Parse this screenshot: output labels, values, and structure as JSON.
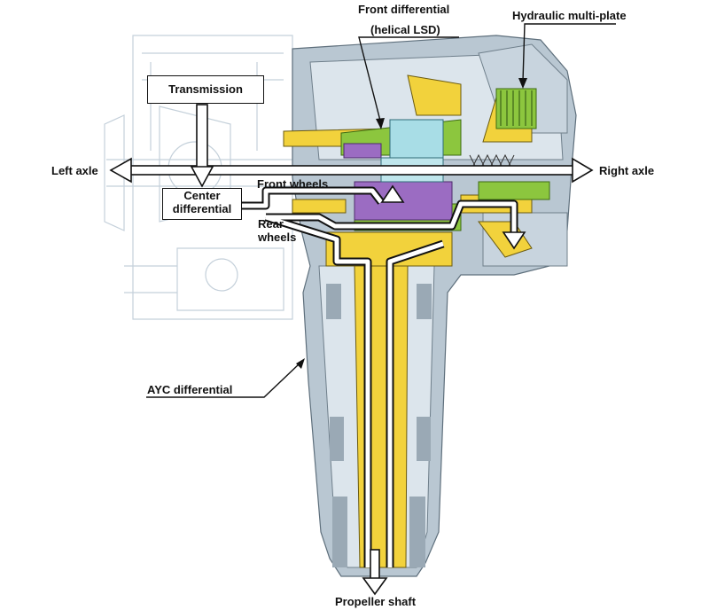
{
  "labels": {
    "front_differential": "Front differential",
    "helical_lsd": "(helical LSD)",
    "hydraulic_multiplate": "Hydraulic multi-plate",
    "transmission": "Transmission",
    "left_axle": "Left axle",
    "right_axle": "Right axle",
    "front_wheels": "Front wheels",
    "center_differential_line1": "Center",
    "center_differential_line2": "differential",
    "rear_wheels_line1": "Rear",
    "rear_wheels_line2": "wheels",
    "ayc_differential": "AYC differential",
    "propeller_shaft": "Propeller shaft"
  },
  "colors": {
    "housing": "#b9c7d2",
    "housing_light": "#dce5ec",
    "ghost_lines": "#c4d0da",
    "gear_yellow": "#f2d23c",
    "gear_green": "#8cc63e",
    "gear_purple": "#9b6cc2",
    "gear_cyan": "#a8dde6",
    "ink": "#111111"
  }
}
